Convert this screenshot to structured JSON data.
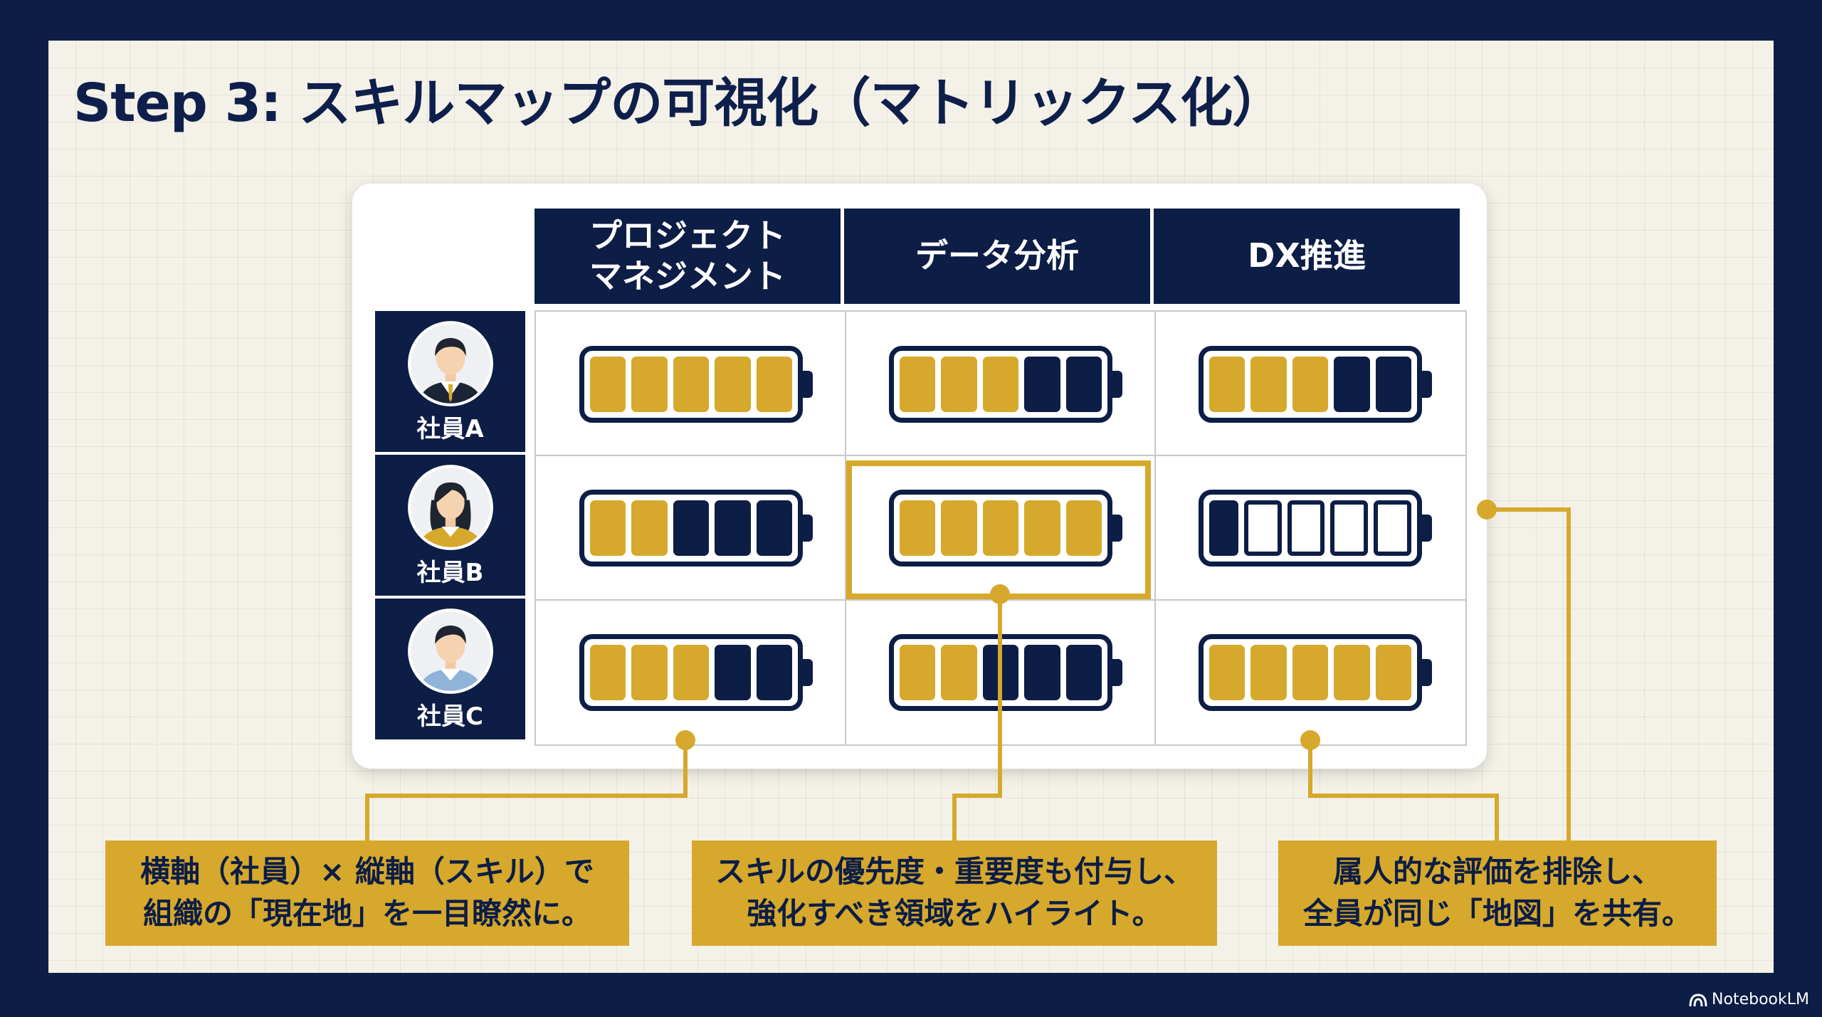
{
  "title": "Step 3: スキルマップの可視化（マトリックス化）",
  "skills": [
    "プロジェクト\nマネジメント",
    "データ分析",
    "DX推進"
  ],
  "employees": [
    {
      "name": "社員A",
      "levels": [
        5,
        3,
        3
      ]
    },
    {
      "name": "社員B",
      "levels": [
        2,
        5,
        1
      ]
    },
    {
      "name": "社員C",
      "levels": [
        3,
        2,
        5
      ]
    }
  ],
  "battery_segments": 5,
  "highlight": {
    "employee": "社員B",
    "skill": "データ分析"
  },
  "callouts": [
    "横軸（社員）× 縦軸（スキル）で\n組織の「現在地」を一目瞭然に。",
    "スキルの優先度・重要度も付与し、\n強化すべき領域をハイライト。",
    "属人的な評価を排除し、\n全員が同じ「地図」を共有。"
  ],
  "brand": "NotebookLM",
  "colors": {
    "navy": "#0c1d46",
    "gold": "#d6a82c",
    "background": "#f4f2e8"
  }
}
